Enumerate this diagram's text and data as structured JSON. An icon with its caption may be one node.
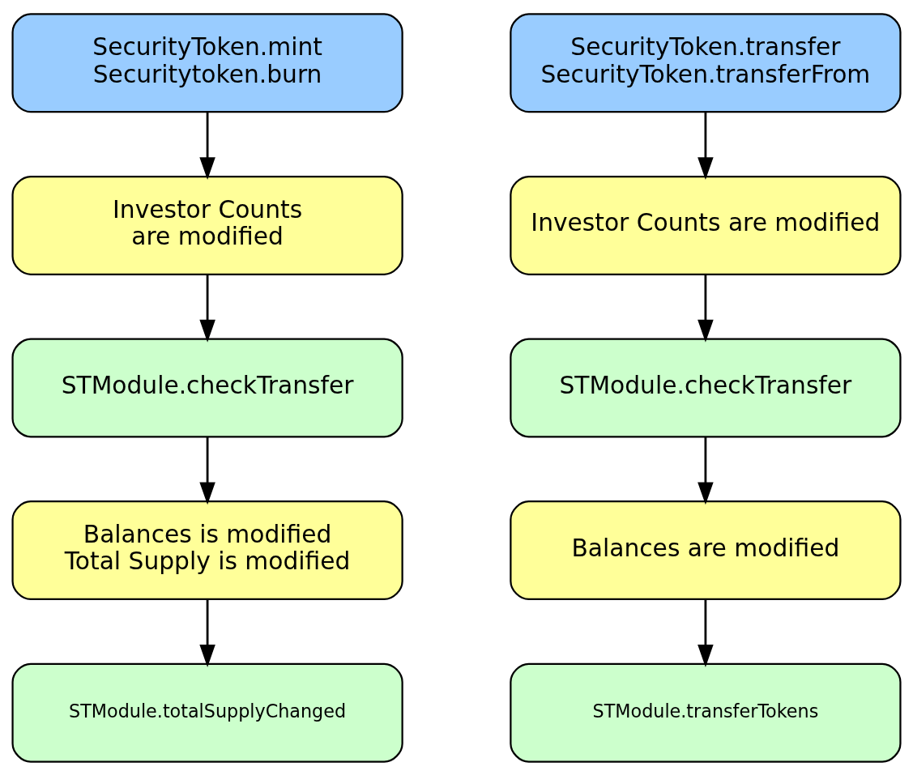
{
  "diagram": {
    "nodes": [
      {
        "text": [
          "SecurityToken.mint Securitytoken.burn"
        ]
      },
      {
        "text": [
          "Investor Counts are modified"
        ]
      },
      {
        "text": [
          "STModule.checkTransfer"
        ]
      },
      {
        "text": [
          "Balances is modified Total Supply is modified"
        ]
      },
      {
        "text": [
          "STModule.totalSupplyChanged"
        ]
      },
      {
        "text": [
          "SecurityToken.transfer SecurityToken.transferFrom"
        ]
      },
      {
        "text": [
          "Investor Counts are modified"
        ]
      },
      {
        "text": [
          "STModule.checkTransfer"
        ]
      },
      {
        "text": [
          "Balances are modified"
        ]
      },
      {
        "text": [
          "STModule.transferTokens"
        ]
      }
    ],
    "edges": [
      {
        "from": 0,
        "to": 1,
        "arrow": "to"
      },
      {
        "from": 1,
        "to": 2,
        "arrow": "to"
      },
      {
        "from": 2,
        "to": 3,
        "arrow": "to"
      },
      {
        "from": 3,
        "to": 4,
        "arrow": "to"
      },
      {
        "from": 5,
        "to": 6,
        "arrow": "to"
      },
      {
        "from": 6,
        "to": 7,
        "arrow": "to"
      },
      {
        "from": 7,
        "to": 8,
        "arrow": "to"
      },
      {
        "from": 8,
        "to": 9,
        "arrow": "to"
      }
    ]
  }
}
